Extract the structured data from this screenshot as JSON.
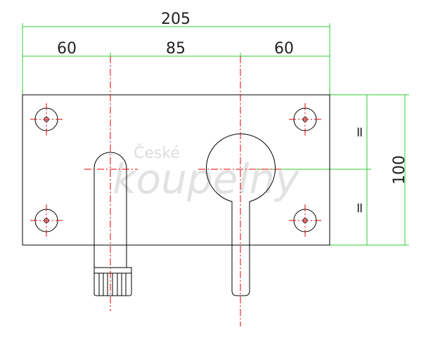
{
  "dimensions": {
    "overall_width": "205",
    "left_offset": "60",
    "center_spacing": "85",
    "right_offset": "60",
    "overall_height": "100",
    "equal_upper": "=",
    "equal_lower": "="
  },
  "watermark": {
    "line1": "České",
    "line2": "koupelny"
  }
}
